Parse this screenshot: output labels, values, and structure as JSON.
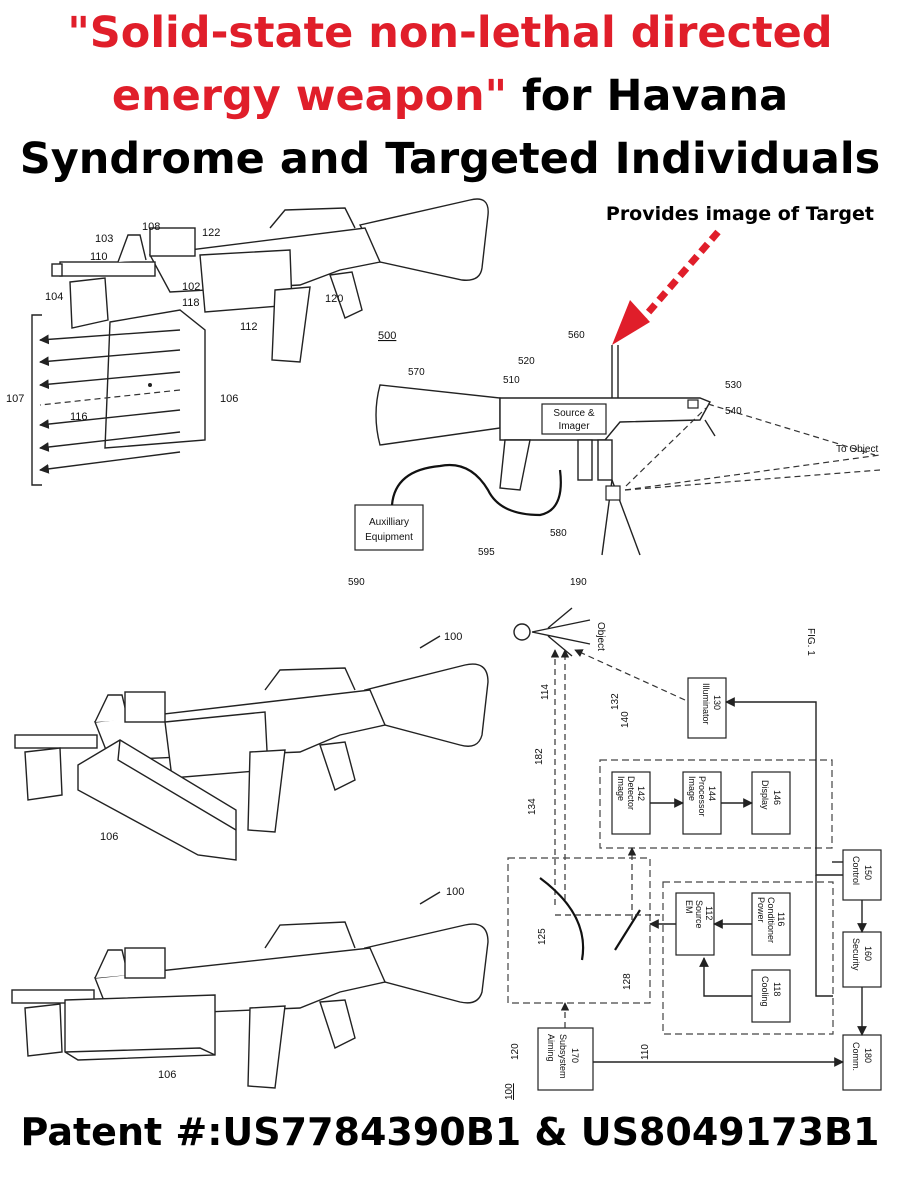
{
  "title": {
    "red_part": "\"Solid-state non-lethal directed energy weapon\"",
    "black_part": "for Havana Syndrome and Targeted Individuals"
  },
  "callout": "Provides image of Target",
  "footer": "Patent #:US7784390B1 & US8049173B1",
  "colors": {
    "accent_red": "#e01e2a",
    "ink": "#000000"
  },
  "fig_top_left": {
    "labels": [
      "108",
      "103",
      "122",
      "110",
      "102",
      "104",
      "118",
      "120",
      "112",
      "107",
      "116",
      "106"
    ]
  },
  "fig_top_right": {
    "ref": "500",
    "box_source": [
      "Source &",
      "Imager"
    ],
    "box_aux": [
      "Auxilliary",
      "Equipment"
    ],
    "to_object": "To Object",
    "labels": [
      "560",
      "570",
      "520",
      "510",
      "530",
      "540",
      "580",
      "595",
      "590"
    ]
  },
  "fig_mid_left": {
    "ref": "100",
    "label_box": "106"
  },
  "fig_bot_left": {
    "ref": "100",
    "label_box": "106"
  },
  "fig_block": {
    "fig_label": "FIG. 1",
    "ref": "100",
    "object_label": "Object",
    "object_ref": "190",
    "blocks": {
      "illuminator": [
        "Illuminator",
        "130"
      ],
      "image_detector": [
        "Image",
        "Detector",
        "142"
      ],
      "image_processor": [
        "Image",
        "Processor",
        "144"
      ],
      "display": [
        "Display",
        "146"
      ],
      "control": [
        "Control",
        "150"
      ],
      "em_source": [
        "EM",
        "Source",
        "112"
      ],
      "power_conditioner": [
        "Power",
        "Conditioner",
        "116"
      ],
      "cooling": [
        "Cooling",
        "118"
      ],
      "security": [
        "Security",
        "160"
      ],
      "aiming": [
        "Aiming",
        "Subsystem",
        "170"
      ],
      "comm": [
        "Comm.",
        "180"
      ]
    },
    "labels": [
      "132",
      "114",
      "182",
      "140",
      "134",
      "125",
      "128",
      "120",
      "110"
    ]
  }
}
